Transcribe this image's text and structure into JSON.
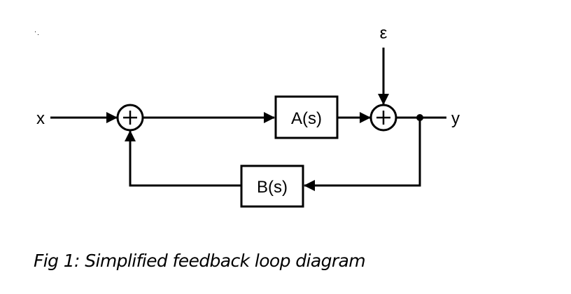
{
  "diagram": {
    "input_label": "x",
    "output_label": "y",
    "disturbance_label": "ε",
    "forward_block_label": "A(s)",
    "feedback_block_label": "B(s)",
    "summing_junction_symbol": "+",
    "colors": {
      "stroke": "#000000",
      "background": "#ffffff"
    }
  },
  "caption": "Fig 1: Simplified feedback loop diagram"
}
